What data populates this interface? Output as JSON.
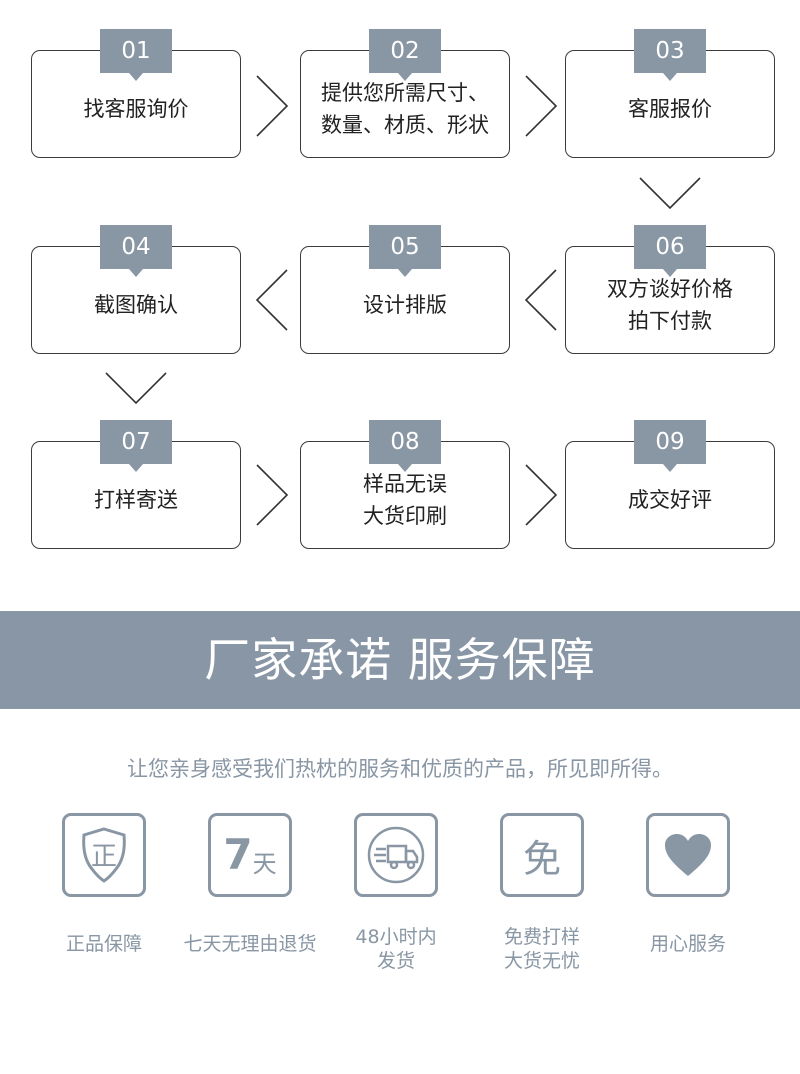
{
  "steps": [
    {
      "num": "01",
      "text": "找客服询价"
    },
    {
      "num": "02",
      "text": "提供您所需尺寸、\n数量、材质、形状"
    },
    {
      "num": "03",
      "text": "客服报价"
    },
    {
      "num": "04",
      "text": "截图确认"
    },
    {
      "num": "05",
      "text": "设计排版"
    },
    {
      "num": "06",
      "text": "双方谈好价格\n拍下付款"
    },
    {
      "num": "07",
      "text": "打样寄送"
    },
    {
      "num": "08",
      "text": "样品无误\n大货印刷"
    },
    {
      "num": "09",
      "text": "成交好评"
    }
  ],
  "banner": {
    "title": "厂家承诺  服务保障"
  },
  "tagline": "让您亲身感受我们热枕的服务和优质的产品，所见即所得。",
  "features": [
    {
      "icon": "shield-icon",
      "glyph": "正",
      "label": "正品保障"
    },
    {
      "icon": "seven-days-icon",
      "glyph_num": "7",
      "glyph_text": "天",
      "label": "七天无理由退货"
    },
    {
      "icon": "delivery-truck-icon",
      "label": "48小时内\n发货"
    },
    {
      "icon": "free-icon",
      "glyph": "免",
      "label": "免费打样\n大货无忧"
    },
    {
      "icon": "heart-icon",
      "label": "用心服务"
    }
  ],
  "colors": {
    "accent": "#8996a4",
    "border": "#3b3b3b",
    "banner": "#8896a5"
  }
}
